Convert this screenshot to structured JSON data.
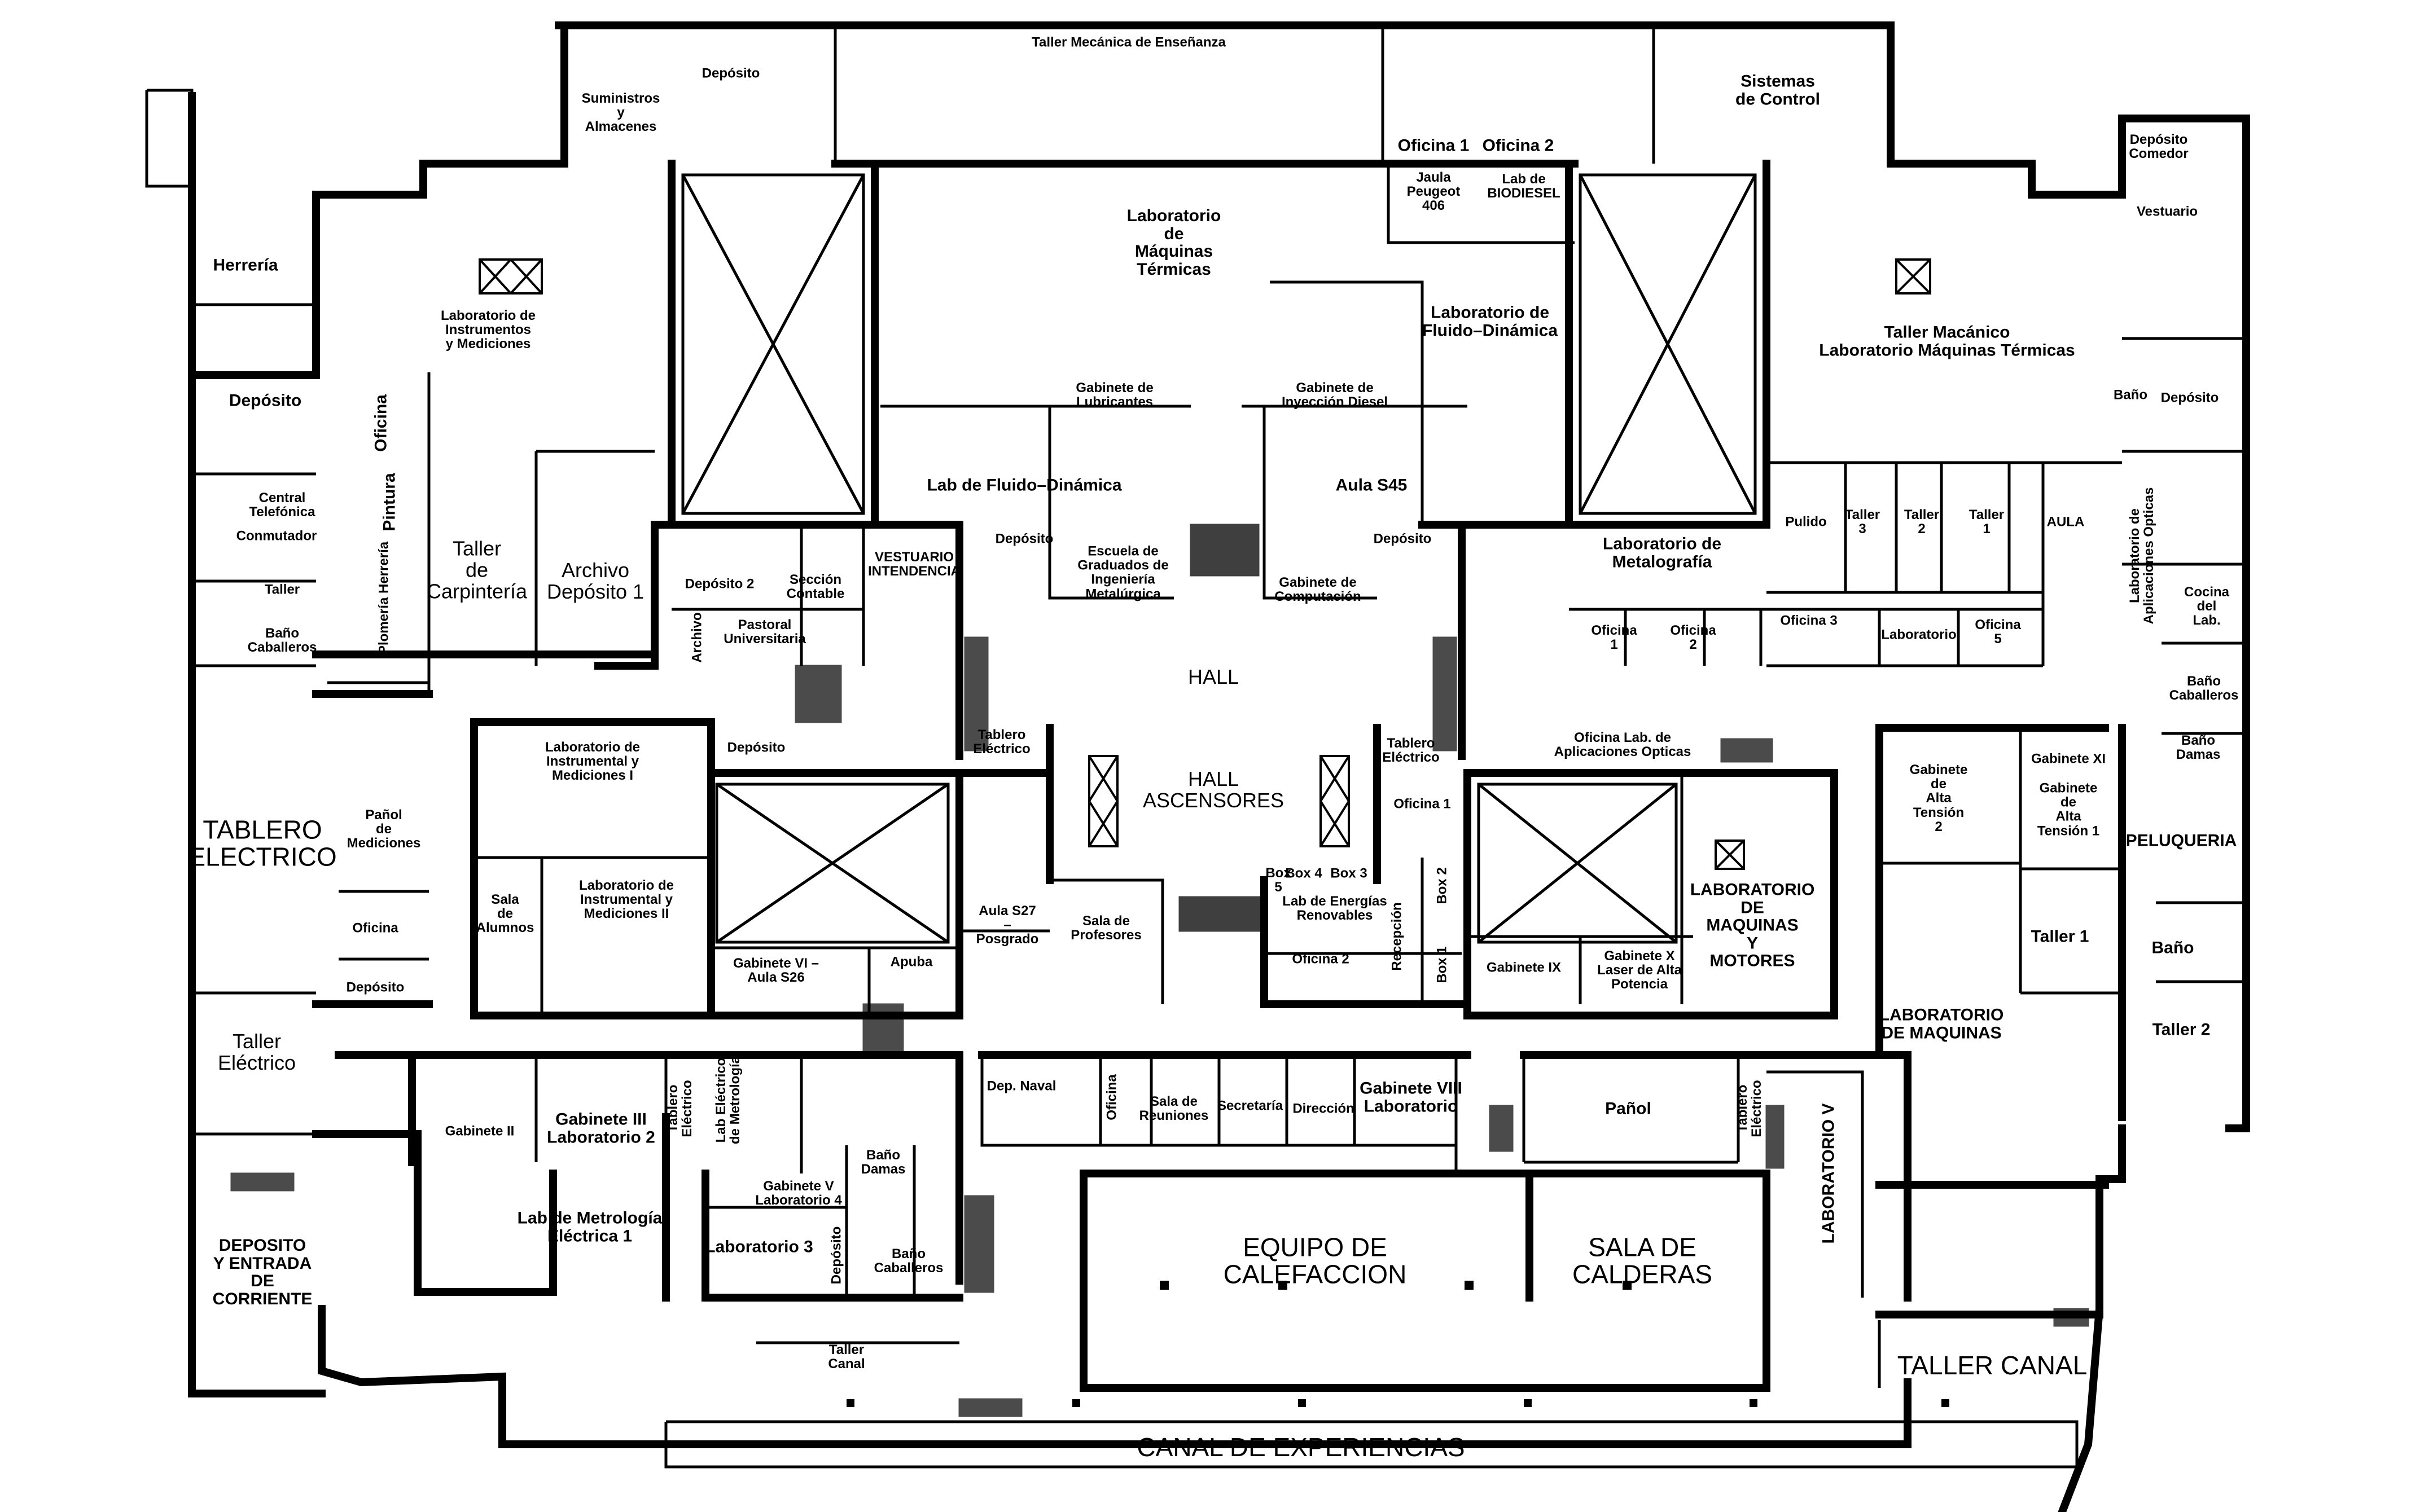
{
  "title": "",
  "rooms": {
    "taller_mecanica": "Taller Mecánica de Enseñanza",
    "suministros": "Suministros\ny\nAlmacenes",
    "deposito_top": "Depósito",
    "sistemas_control": "Sistemas\nde Control",
    "oficina1_top": "Oficina 1",
    "oficina2_top": "Oficina 2",
    "jaula_peugeot": "Jaula\nPeugeot\n406",
    "lab_biodiesel": "Lab de\nBIODIESEL",
    "lab_maquinas_termicas": "Laboratorio\nde\nMáquinas\nTérmicas",
    "lab_fluido_dinamica_top": "Laboratorio de\nFluido–Dinámica",
    "herreria": "Herrería",
    "lab_instrumentos": "Laboratorio de\nInstrumentos\ny Mediciones",
    "deposito_left": "Depósito",
    "oficina_vert": "Oficina",
    "central_telefonica": "Central\nTelefónica",
    "conmutador": "Conmutador",
    "taller_small": "Taller",
    "bano_caballeros_left": "Baño\nCaballeros",
    "pintura": "Pintura",
    "plomeria": "Plomería Herrería",
    "taller_carpinteria": "Taller\nde\nCarpintería",
    "archivo_deposito": "Archivo\nDepósito 1",
    "deposito2": "Depósito 2",
    "seccion_contable": "Sección\nContable",
    "pastoral": "Pastoral\nUniversitaria",
    "archivo_small": "Archivo",
    "vestuario_intendencia": "VESTUARIO\nINTENDENCIA",
    "gabinete_lubricantes": "Gabinete de\nLubricantes",
    "gabinete_inyeccion": "Gabinete de\nInyección Diesel",
    "lab_fluido_dinamica": "Lab de Fluido–Dinámica",
    "aula_s45": "Aula S45",
    "deposito_small_a": "Depósito",
    "deposito_small_b": "Depósito",
    "escuela_graduados": "Escuela de\nGraduados de\nIngeniería\nMetalúrgica",
    "gabinete_computacion": "Gabinete de\nComputación",
    "hall": "HALL",
    "hall_ascensores": "HALL\nASCENSORES",
    "tablero_electrico_c1": "Tablero\nEléctrico",
    "tablero_electrico_c2": "Tablero\nEléctrico",
    "tablero_electrico_big": "TABLERO\nELECTRICO",
    "panol_mediciones": "Pañol\nde\nMediciones",
    "oficina_left": "Oficina",
    "deposito_left2": "Depósito",
    "lab_instrumental_1": "Laboratorio de\nInstrumental y\nMediciones I",
    "deposito_mid": "Depósito",
    "sala_alumnos": "Sala\nde\nAlumnos",
    "lab_instrumental_2": "Laboratorio de\nInstrumental y\nMediciones II",
    "gabinete_vi": "Gabinete VI –\nAula S26",
    "apuba": "Apuba",
    "aula_s27": "Aula S27\n–\nPosgrado",
    "sala_profesores": "Sala de\nProfesores",
    "box5": "Box\n5",
    "box4": "Box 4",
    "box3": "Box 3",
    "lab_energias": "Lab de Energías\nRenovables",
    "oficina2_mid": "Oficina 2",
    "recepcion": "Recepción",
    "box2": "Box 2",
    "box1": "Box 1",
    "oficina1_mid": "Oficina 1",
    "gabinete_ix": "Gabinete IX",
    "gabinete_x": "Gabinete X\nLaser de Alta\nPotencia",
    "lab_maquinas_motores": "LABORATORIO\nDE\nMAQUINAS\nY\nMOTORES",
    "oficina_lab_aplicaciones": "Oficina Lab. de\nAplicaciones Opticas",
    "lab_metalografia": "Laboratorio de\nMetalografía",
    "oficina1_right": "Oficina\n1",
    "oficina2_right": "Oficina\n2",
    "oficina3_right": "Oficina 3",
    "laboratorio_right": "Laboratorio",
    "oficina5_right": "Oficina\n5",
    "pulido": "Pulido",
    "taller3": "Taller\n3",
    "taller2": "Taller\n2",
    "taller1": "Taller\n1",
    "aula_right": "AULA",
    "lab_aplicaciones_opticas": "Laboratorio de\nAplicaciones Opticas",
    "taller_macanico": "Taller Macánico\nLaboratorio Máquinas Térmicas",
    "deposito_comedor": "Depósito\nComedor",
    "vestuario": "Vestuario",
    "bano_r": "Baño",
    "deposito_r": "Depósito",
    "cocina_lab": "Cocina\ndel\nLab.",
    "bano_caballeros_r": "Baño\nCaballeros",
    "bano_damas_r": "Baño\nDamas",
    "gabinete_alta_tension_2": "Gabinete\nde\nAlta\nTensión\n2",
    "gabinete_xi": "Gabinete XI",
    "gabinete_alta_tension_1": "Gabinete\nde\nAlta\nTensión 1",
    "peluqueria": "PELUQUERIA",
    "taller1_r": "Taller 1",
    "bano_r2": "Baño",
    "taller2_r": "Taller 2",
    "lab_maquinas": "LABORATORIO\nDE MAQUINAS",
    "taller_electrico": "Taller\nEléctrico",
    "deposito_entrada": "DEPOSITO\nY ENTRADA\nDE\nCORRIENTE",
    "gabinete_ii": "Gabinete II",
    "gabinete_iii": "Gabinete III\nLaboratorio 2",
    "tablero_electrico_v": "Tablero\nEléctrico",
    "lab_electrico_metrologia": "Lab Eléctrico\nde Metrología",
    "lab_metrologia": "Lab de Metrología\nEléctrica 1",
    "gabinete_v": "Gabinete V\nLaboratorio 4",
    "bano_damas_c": "Baño\nDamas",
    "laboratorio3": "Laboratorio 3",
    "deposito_v": "Depósito",
    "bano_caballeros_c": "Baño\nCaballeros",
    "taller_canal_small": "Taller\nCanal",
    "dep_naval": "Dep. Naval",
    "oficina_v": "Oficina",
    "sala_reuniones": "Sala de\nReuniones",
    "secretaria": "Secretaría",
    "direccion": "Dirección",
    "gabinete_viii": "Gabinete VIII\nLaboratorio",
    "panol": "Pañol",
    "tablero_electrico_v2": "Tablero\nEléctrico",
    "laboratorio_v": "LABORATORIO V",
    "equipo_calefaccion": "EQUIPO DE\nCALEFACCION",
    "sala_calderas": "SALA DE\nCALDERAS",
    "taller_canal": "TALLER CANAL",
    "canal_experiencias": "CANAL DE EXPERIENCIAS"
  }
}
